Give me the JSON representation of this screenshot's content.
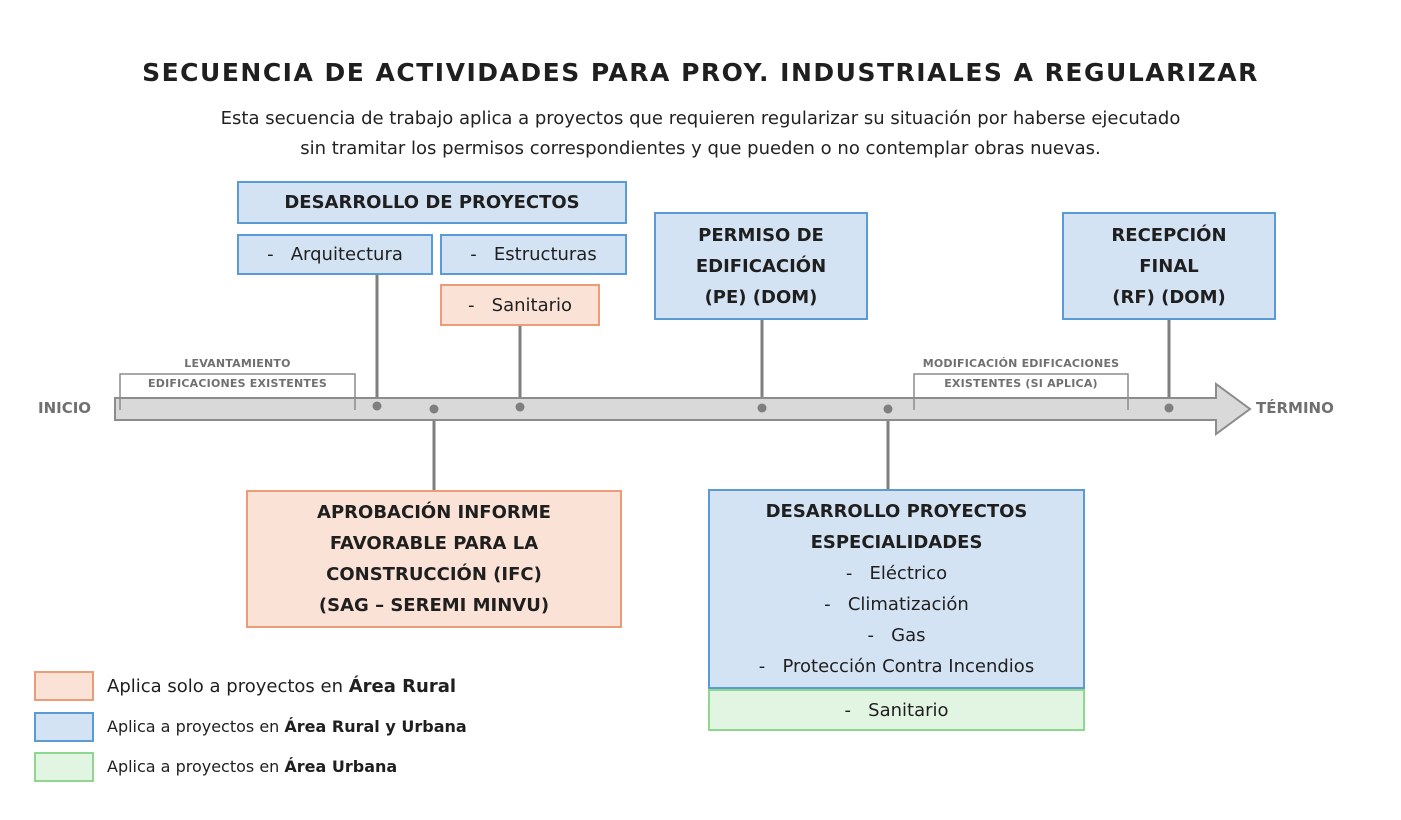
{
  "title": "SECUENCIA DE ACTIVIDADES PARA PROY. INDUSTRIALES A REGULARIZAR",
  "subtitle": {
    "line1": "Esta secuencia de trabajo aplica a proyectos que requieren regularizar su situación por haberse ejecutado",
    "line2": "sin tramitar los permisos correspondientes y que pueden o no contemplar obras nuevas."
  },
  "timeline": {
    "start": "INICIO",
    "end": "TÉRMINO",
    "brackets": {
      "left_line1": "LEVANTAMIENTO",
      "left_line2": "EDIFICACIONES EXISTENTES",
      "right_line1": "MODIFICACIÓN EDIFICACIONES",
      "right_line2": "EXISTENTES (SI APLICA)"
    }
  },
  "boxes": {
    "desarrollo_proyectos": "DESARROLLO DE PROYECTOS",
    "arquitectura": "-   Arquitectura",
    "estructuras": "-   Estructuras",
    "sanitario_top": "-   Sanitario",
    "permiso": [
      "PERMISO DE",
      "EDIFICACIÓN",
      "(PE) (DOM)"
    ],
    "recepcion": [
      "RECEPCIÓN",
      "FINAL",
      "(RF) (DOM)"
    ],
    "aprobacion": [
      "APROBACIÓN INFORME",
      "FAVORABLE PARA LA",
      "CONSTRUCCIÓN (IFC)",
      "(SAG – SEREMI MINVU)"
    ],
    "especialidades": {
      "heading1": "DESARROLLO PROYECTOS",
      "heading2": "ESPECIALIDADES",
      "items": [
        "-   Eléctrico",
        "-   Climatización",
        "-   Gas",
        "-   Protección Contra Incendios"
      ]
    },
    "sanitario_bottom": "-   Sanitario"
  },
  "legend": [
    {
      "prefix": "Aplica solo a proyectos en ",
      "emphasis": "Área Rural",
      "color": "#fbe2d6",
      "border": "#ed9c79"
    },
    {
      "prefix": "Aplica a proyectos en ",
      "emphasis": "Área Rural y Urbana",
      "color": "#d4e3f4",
      "border": "#5b9bd5"
    },
    {
      "prefix": "Aplica a proyectos en ",
      "emphasis": "Área Urbana",
      "color": "#e2f5e2",
      "border": "#8fd68f"
    }
  ],
  "colors": {
    "blue_fill": "#d4e3f4",
    "blue_border": "#5b9bd5",
    "orange_fill": "#fbe2d6",
    "orange_border": "#ed9c79",
    "green_fill": "#e2f5e2",
    "green_border": "#8fd68f",
    "arrow_fill": "#d9d9d9",
    "arrow_border": "#8c8c8c"
  }
}
